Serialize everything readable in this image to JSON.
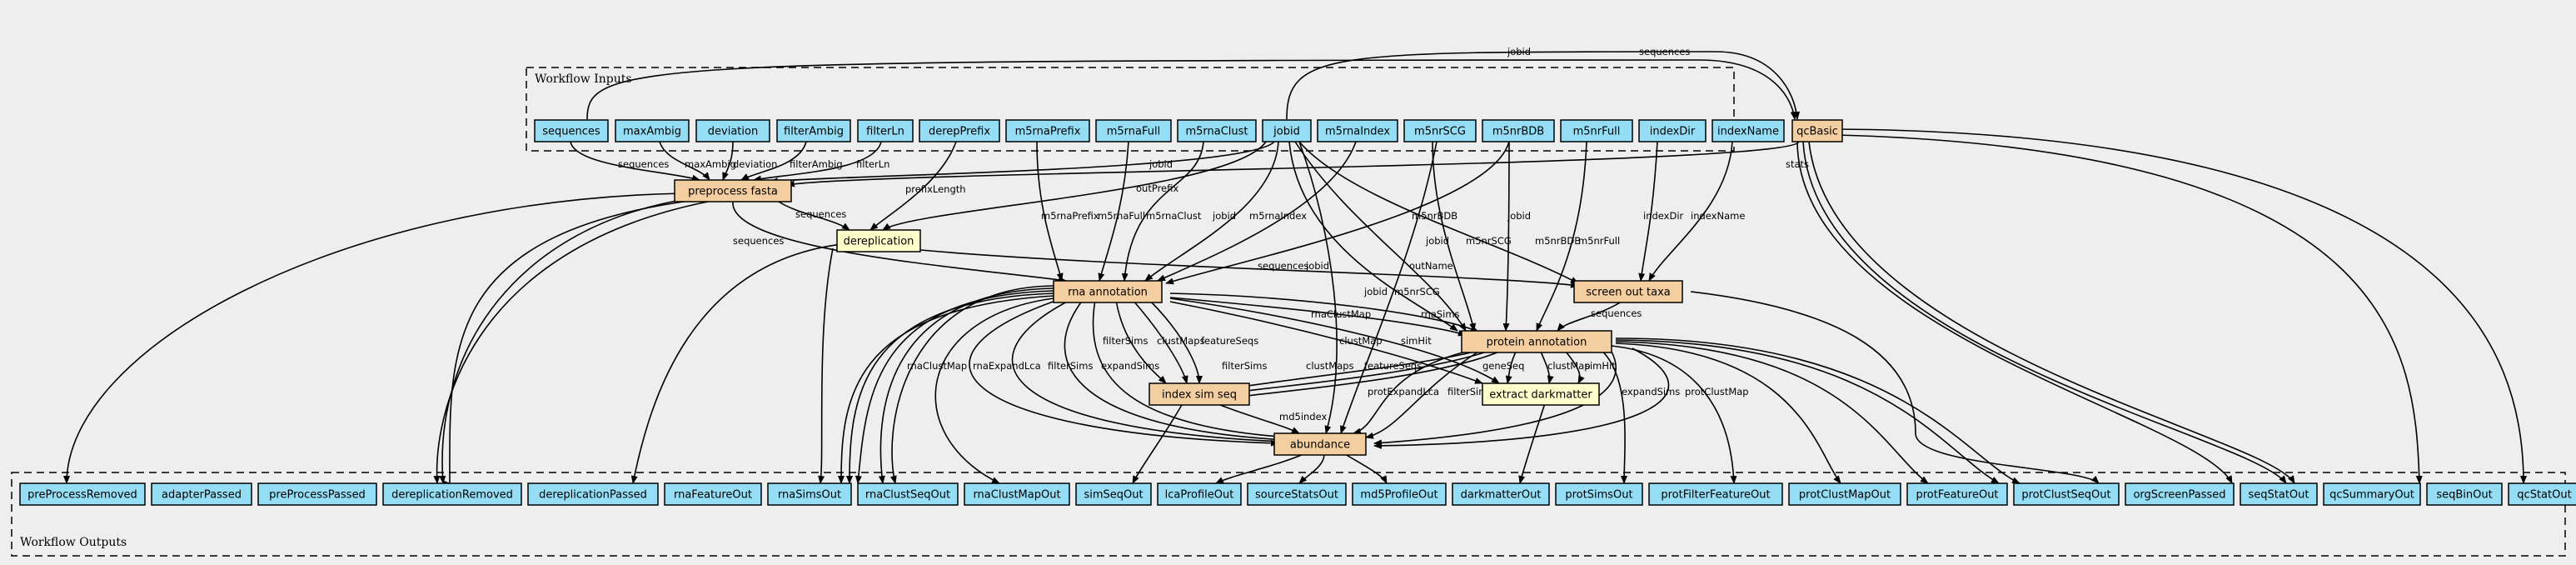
{
  "clusters": {
    "inputs_label": "Workflow Inputs",
    "outputs_label": "Workflow Outputs"
  },
  "colors": {
    "io_fill": "#94ddf4",
    "step_fill": "#f3cea1",
    "command_fill": "#ffffcc",
    "background": "#eeeeee"
  },
  "nodes": {
    "in_sequences": "sequences",
    "in_maxAmbig": "maxAmbig",
    "in_deviation": "deviation",
    "in_filterAmbig": "filterAmbig",
    "in_filterLn": "filterLn",
    "in_derepPrefix": "derepPrefix",
    "in_m5rnaPrefix": "m5rnaPrefix",
    "in_m5rnaFull": "m5rnaFull",
    "in_m5rnaClust": "m5rnaClust",
    "in_jobid": "jobid",
    "in_m5rnaIndex": "m5rnaIndex",
    "in_m5nrSCG": "m5nrSCG",
    "in_m5nrBDB": "m5nrBDB",
    "in_m5nrFull": "m5nrFull",
    "in_indexDir": "indexDir",
    "in_indexName": "indexName",
    "qcBasic": "qcBasic",
    "preprocess": "preprocess fasta",
    "dereplication": "dereplication",
    "rna": "rna annotation",
    "screen": "screen out taxa",
    "protein": "protein annotation",
    "indexsim": "index sim seq",
    "darkmatter": "extract darkmatter",
    "abundance": "abundance",
    "out_preProcessRemoved": "preProcessRemoved",
    "out_adapterPassed": "adapterPassed",
    "out_preProcessPassed": "preProcessPassed",
    "out_dereplicationRemoved": "dereplicationRemoved",
    "out_dereplicationPassed": "dereplicationPassed",
    "out_rnaFeatureOut": "rnaFeatureOut",
    "out_rnaSimsOut": "rnaSimsOut",
    "out_rnaClustSeqOut": "rnaClustSeqOut",
    "out_rnaClustMapOut": "rnaClustMapOut",
    "out_simSeqOut": "simSeqOut",
    "out_lcaProfileOut": "lcaProfileOut",
    "out_sourceStatsOut": "sourceStatsOut",
    "out_md5ProfileOut": "md5ProfileOut",
    "out_darkmatterOut": "darkmatterOut",
    "out_protSimsOut": "protSimsOut",
    "out_protFilterFeatureOut": "protFilterFeatureOut",
    "out_protClustMapOut": "protClustMapOut",
    "out_protFeatureOut": "protFeatureOut",
    "out_protClustSeqOut": "protClustSeqOut",
    "out_orgScreenPassed": "orgScreenPassed",
    "out_seqStatOut": "seqStatOut",
    "out_qcSummaryOut": "qcSummaryOut",
    "out_seqBinOut": "seqBinOut",
    "out_qcStatOut": "qcStatOut"
  },
  "edge_labels": {
    "jobid_qc": "jobid",
    "seq_qc": "sequences",
    "seq_pre": "sequences",
    "maxambig_pre": "maxAmbig",
    "deviation_pre": "deviation",
    "filterambig_pre": "filterAmbig",
    "filterln_pre": "filterLn",
    "jobid_pre": "jobid",
    "stats_pre": "stats",
    "pre_derep": "sequences",
    "outprefix_derep": "outPrefix",
    "prefixlength_derep": "prefixLength",
    "pre_rna": "sequences",
    "m5rnaprefix_rna": "m5rnaPrefix",
    "m5rnafull_rna": "m5rnaFull",
    "m5rnaclust_rna": "m5rnaClust",
    "jobid_rna": "jobid",
    "m5rnaindex_rna": "m5rnaIndex",
    "m5nrbdb_rna": "m5nrBDB",
    "derep_screen": "sequences",
    "jobid_screen": "jobid",
    "jobid_screen2": "jobid",
    "indexdir_screen": "indexDir",
    "indexname_screen": "indexName",
    "m5nrscg_prot": "m5nrSCG",
    "m5nrbdb_prot": "m5nrBDB",
    "m5nrfull_prot": "m5nrFull",
    "outname_prot": "outName",
    "jobid_prot": "jobid",
    "screen_prot": "sequences",
    "clustmap_prot": "rnaClustMap",
    "rnasims_prot": "rnaSims",
    "filtersims_idx": "filterSims",
    "clustmaps_idx": "clustMaps",
    "featureseqs_idx": "featureSeqs",
    "clustmap_dm": "clustMap",
    "simhit_dm": "simHit",
    "filtersims_idx2": "filterSims",
    "clustmaps_idx2": "clustMaps",
    "featureseqs_idx2": "featureSeqs",
    "geneseq_dm": "geneSeq",
    "clustmap_dm2": "clustMap",
    "simhit_dm2": "simHit",
    "rnaclustmap_ab": "rnaClustMap",
    "rnaexpandlca_ab": "rnaExpandLca",
    "filtersims_ab": "filterSims",
    "expandsims_ab": "expandSims",
    "jobid_ab": "jobid",
    "m5nrscg_ab": "m5nrSCG",
    "md5index_ab": "md5index",
    "protexpandlca_ab": "protExpandLca",
    "filtersims_ab2": "filterSims",
    "expandsims_ab2": "expandSims",
    "protclustmap_ab": "protClustMap"
  }
}
